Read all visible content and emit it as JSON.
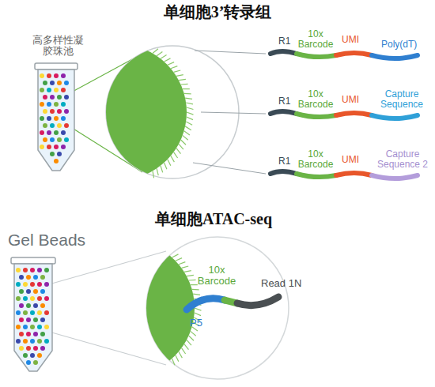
{
  "diagram": {
    "title": "单细胞3’转录组",
    "labels": [
      "单细胞ATAC-seq",
      "高多样性凝胶珠池",
      "R1",
      "10x Barcode",
      "UMI",
      "Poly(dT)",
      "R1",
      "10x Barcode",
      "UMI",
      "Capture Sequence",
      "R1",
      "10x Barcode",
      "UMI",
      "Capture Sequence 2",
      "Gel Beads",
      "10x Barcode",
      "P5",
      "Read 1N"
    ]
  }
}
